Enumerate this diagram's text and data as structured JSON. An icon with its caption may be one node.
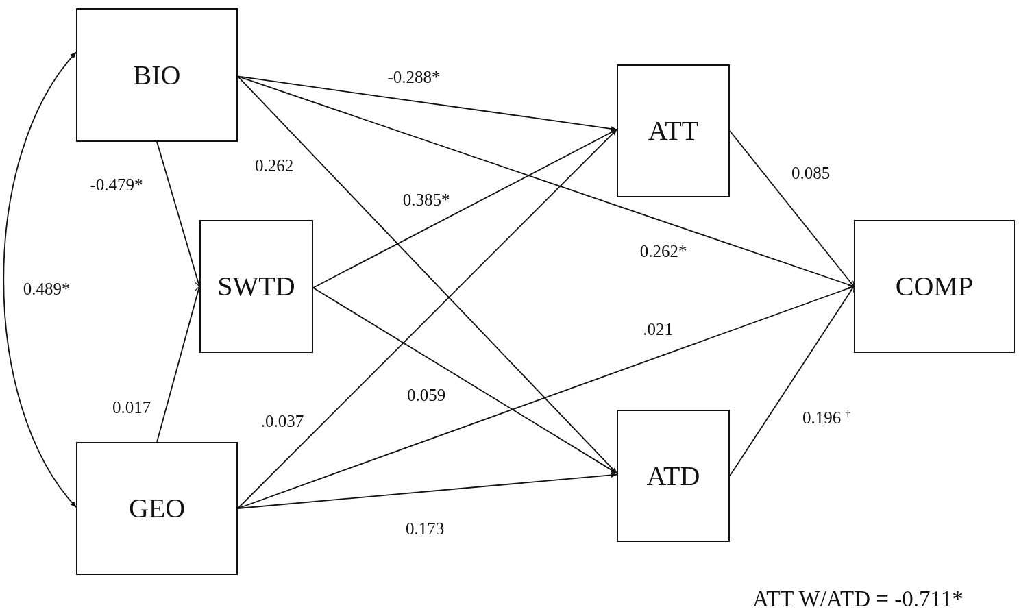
{
  "diagram": {
    "nodes": [
      {
        "text": [
          "BIO"
        ]
      },
      {
        "text": [
          "SWTD"
        ]
      },
      {
        "text": [
          "GEO"
        ]
      },
      {
        "text": [
          "ATT"
        ]
      },
      {
        "text": [
          "ATD"
        ]
      },
      {
        "text": [
          "COMP"
        ]
      }
    ],
    "edges": [
      {
        "from": 0,
        "to": 2,
        "arrow": "both",
        "label": "0.489*"
      },
      {
        "from": 0,
        "to": 1,
        "arrow": "to",
        "label": "-0.479*"
      },
      {
        "from": 2,
        "to": 1,
        "arrow": "to",
        "label": "0.017"
      },
      {
        "from": 0,
        "to": 3,
        "arrow": "to",
        "label": "-0.288*"
      },
      {
        "from": 0,
        "to": 5,
        "arrow": "to",
        "label": "0.262*"
      },
      {
        "from": 0,
        "to": 4,
        "arrow": "to",
        "label": "0.262"
      },
      {
        "from": 1,
        "to": 3,
        "arrow": "to",
        "label": "0.385*"
      },
      {
        "from": 1,
        "to": 4,
        "arrow": "to",
        "label": "0.059"
      },
      {
        "from": 2,
        "to": 3,
        "arrow": "to",
        "label": ".0.037"
      },
      {
        "from": 2,
        "to": 5,
        "arrow": "to",
        "label": ".021"
      },
      {
        "from": 2,
        "to": 4,
        "arrow": "to",
        "label": "0.173"
      },
      {
        "from": 3,
        "to": 5,
        "arrow": "to",
        "label": "0.085"
      },
      {
        "from": 4,
        "to": 5,
        "arrow": "to",
        "label": "0.196 $^{†}$"
      }
    ],
    "labels": [
      "ATT W/ATD = -0.711*"
    ]
  }
}
